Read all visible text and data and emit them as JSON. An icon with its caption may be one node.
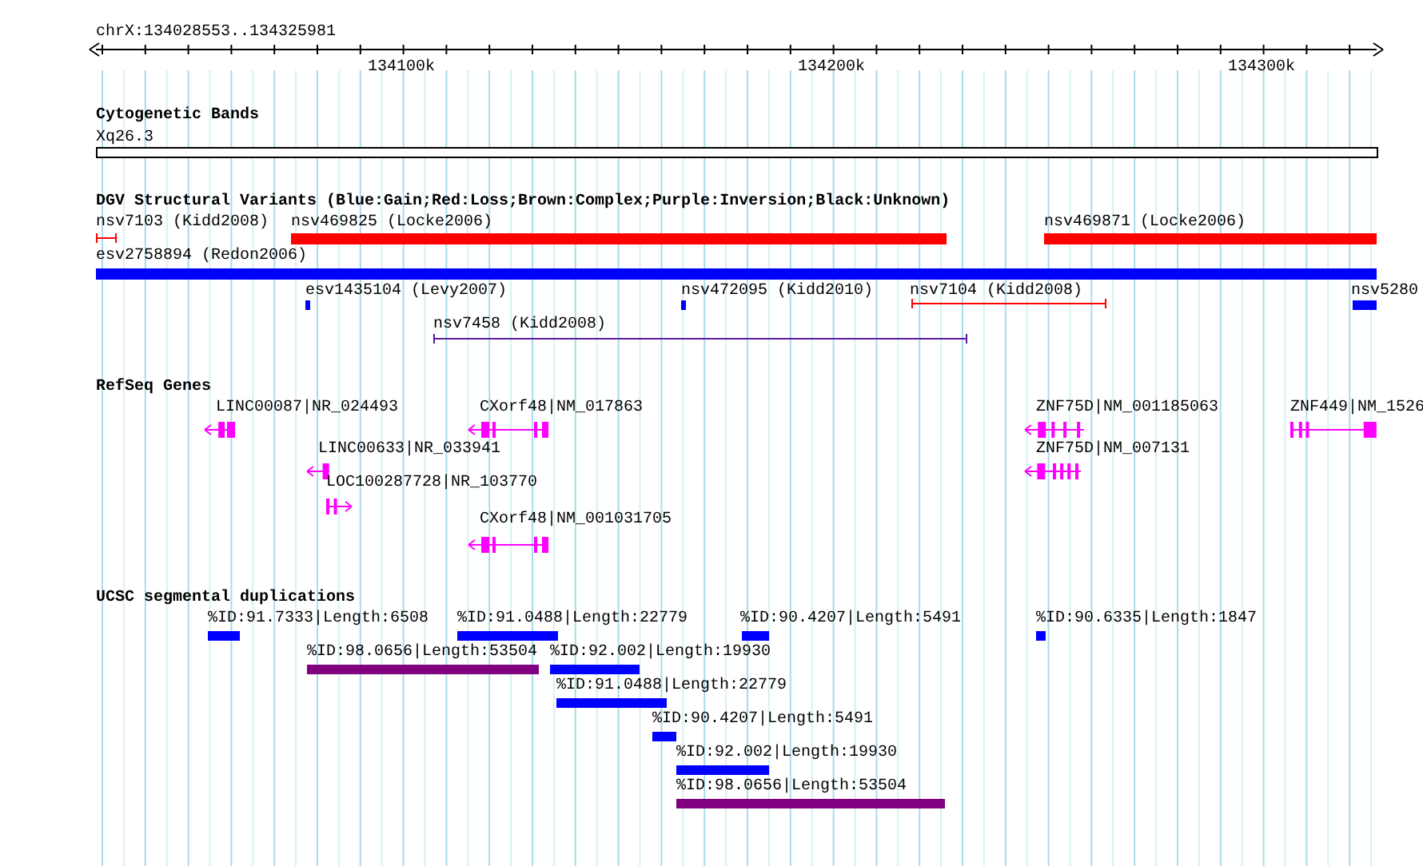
{
  "diagram": {
    "title": "chrX:134028553..134325981",
    "nodes": [
      {
        "text": [
          "nsv7103 (Kidd2008)"
        ]
      },
      {
        "text": [
          "nsv469825 (Locke2006)"
        ]
      },
      {
        "text": [
          "nsv469871 (Locke2006)"
        ]
      },
      {
        "text": [
          "esv2758894 (Redon2006)"
        ]
      },
      {
        "text": [
          "esv1435104 (Levy2007)"
        ]
      },
      {
        "text": [
          "nsv472095 (Kidd2010)"
        ]
      },
      {
        "text": [
          "nsv7104 (Kidd2008)"
        ]
      },
      {
        "text": [
          "nsv5280"
        ]
      },
      {
        "text": [
          "nsv7458 (Kidd2008)"
        ]
      },
      {
        "text": [
          "LINC00087|NR_024493"
        ]
      },
      {
        "text": [
          "CXorf48|NM_017863"
        ]
      },
      {
        "text": [
          "ZNF75D|NM_001185063"
        ]
      },
      {
        "text": [
          "ZNF449|NM_1526"
        ]
      },
      {
        "text": [
          "LINC00633|NR_033941"
        ]
      },
      {
        "text": [
          "ZNF75D|NM_007131"
        ]
      },
      {
        "text": [
          "LOC100287728|NR_103770"
        ]
      },
      {
        "text": [
          "CXorf48|NM_001031705"
        ]
      },
      {
        "text": [
          "%ID:91.7333|Length:6508"
        ]
      },
      {
        "text": [
          "%ID:91.0488|Length:22779"
        ]
      },
      {
        "text": [
          "%ID:90.4207|Length:5491"
        ]
      },
      {
        "text": [
          "%ID:90.6335|Length:1847"
        ]
      },
      {
        "text": [
          "%ID:98.0656|Length:53504"
        ]
      },
      {
        "text": [
          "%ID:92.002|Length:19930"
        ]
      },
      {
        "text": [
          "%ID:91.0488|Length:22779"
        ]
      },
      {
        "text": [
          "%ID:90.4207|Length:5491"
        ]
      },
      {
        "text": [
          "%ID:92.002|Length:19930"
        ]
      },
      {
        "text": [
          "%ID:98.0656|Length:53504"
        ]
      }
    ],
    "labels": [
      "134100k",
      "134200k",
      "134300k",
      "Cytogenetic Bands",
      "Xq26.3",
      "DGV Structural Variants (Blue:Gain;Red:Loss;Brown:Complex;Purple:Inversion;Black:Unknown)",
      "RefSeq Genes",
      "UCSC segmental duplications"
    ]
  }
}
